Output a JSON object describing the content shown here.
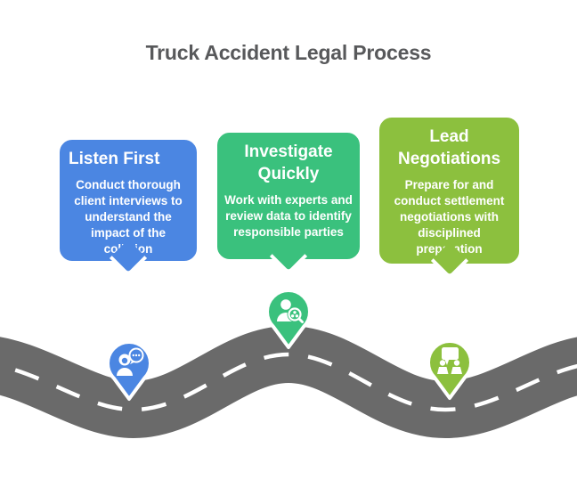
{
  "title": "Truck Accident Legal Process",
  "steps": [
    {
      "title": "Listen First",
      "description": "Conduct thorough client interviews to understand the impact of the collision",
      "color": "#4B86E2",
      "icon": "interview-chat-icon"
    },
    {
      "title": "Investigate Quickly",
      "description": "Work with experts and review data to identify responsible parties",
      "color": "#3AC17D",
      "icon": "person-magnifier-icon"
    },
    {
      "title": "Lead Negotiations",
      "description": "Prepare for and conduct settlement negotiations with disciplined preparation",
      "color": "#8CC03E",
      "icon": "negotiation-podiums-icon"
    }
  ],
  "road": {
    "asphalt_color": "#6A6A6A",
    "edge_line_color": "#FFFFFF",
    "center_line": "dashed-white"
  },
  "colors": {
    "background": "#FFFFFF",
    "title_text": "#58595B",
    "card_text": "#FFFFFF",
    "card_border": "#FFFFFF"
  }
}
